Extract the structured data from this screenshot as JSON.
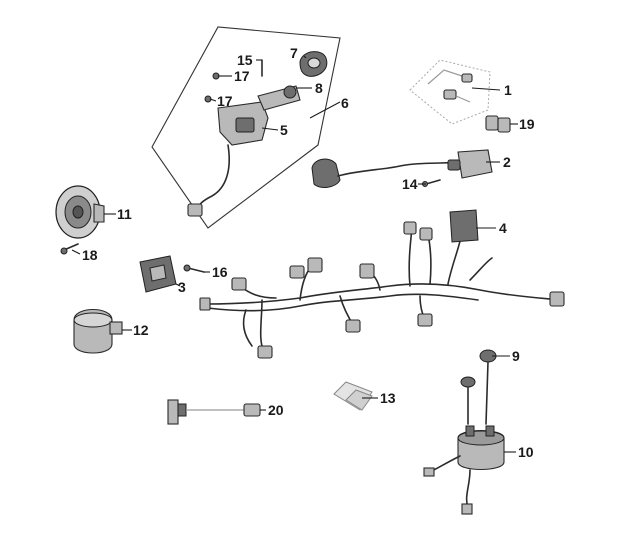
{
  "labels": {
    "p1": "1",
    "p2": "2",
    "p3": "3",
    "p4": "4",
    "p5": "5",
    "p6": "6",
    "p7": "7",
    "p8": "8",
    "p9": "9",
    "p10": "10",
    "p11": "11",
    "p12": "12",
    "p13": "13",
    "p14": "14",
    "p15": "15",
    "p16": "16",
    "p17a": "17",
    "p17b": "17",
    "p18": "18",
    "p19": "19",
    "p20": "20"
  }
}
